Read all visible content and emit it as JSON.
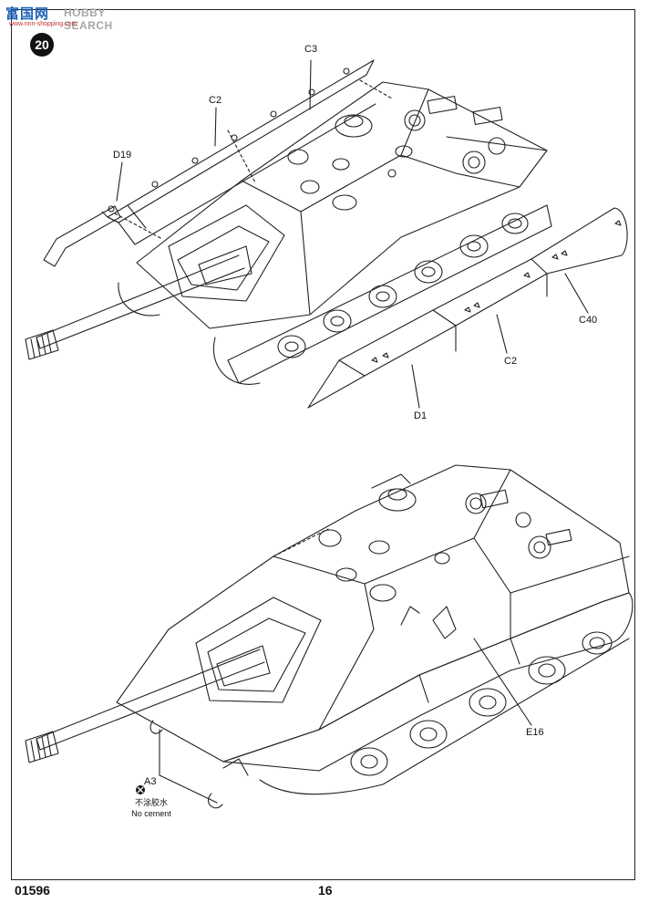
{
  "watermark": {
    "site_cn": "富国网",
    "site_en": "HOBBY SEARCH",
    "url": "www.nnn-shopping.com"
  },
  "step": {
    "number": "20"
  },
  "upper_view": {
    "parts": {
      "c3": "C3",
      "c2_top": "C2",
      "d19": "D19",
      "c40": "C40",
      "c2_side": "C2",
      "d1": "D1"
    }
  },
  "lower_view": {
    "parts": {
      "e16": "E16",
      "a3": "A3"
    },
    "note": {
      "cn": "不涂胶水",
      "en": "No cement"
    }
  },
  "footer": {
    "product_code": "01596",
    "page_number": "16"
  },
  "icons": [
    "no-cement-icon"
  ]
}
